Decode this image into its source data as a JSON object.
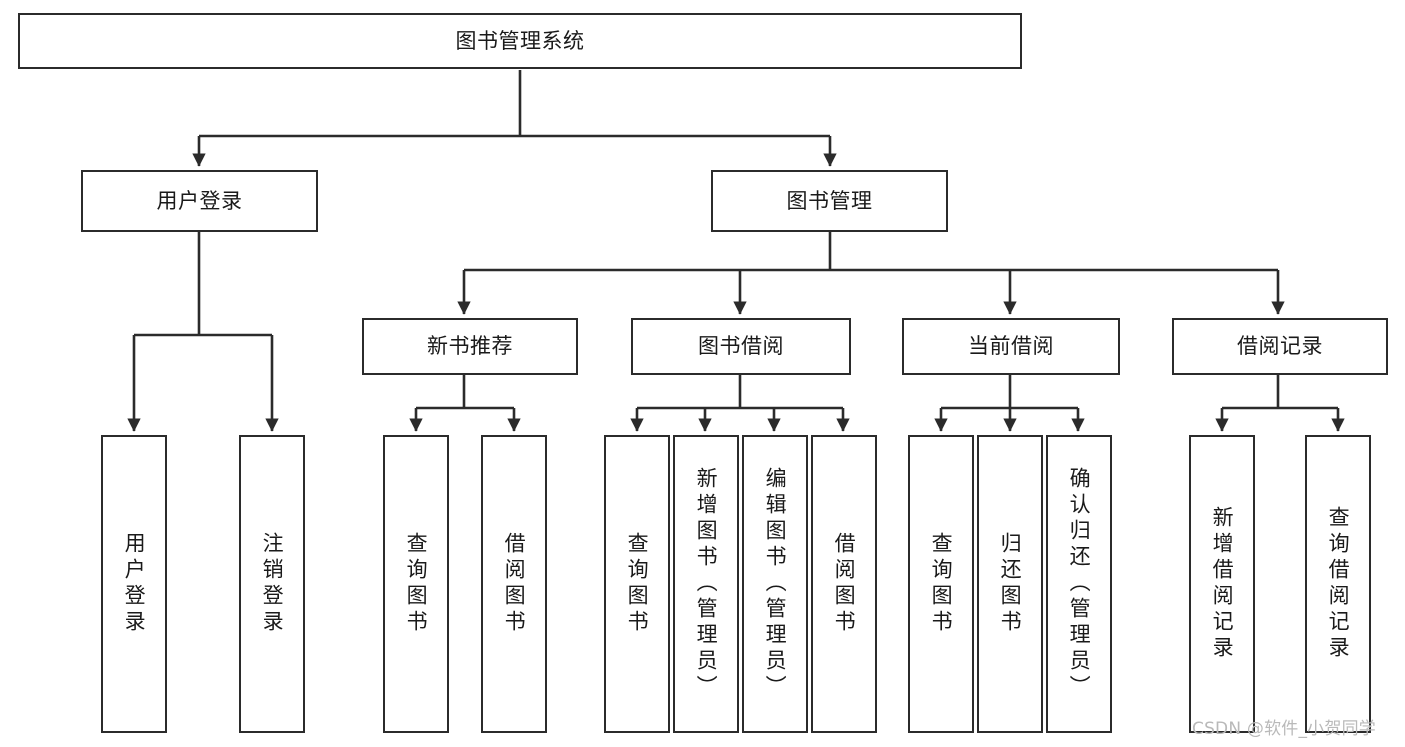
{
  "diagram": {
    "title": "图书管理系统",
    "type": "tree-hierarchy",
    "watermark": "CSDN @软件_小贺同学",
    "colors": {
      "stroke": "#2b2b2b",
      "fill": "#ffffff",
      "text": "#1a1a1a",
      "watermark": "#b9b9b9"
    },
    "nodes": {
      "root": "图书管理系统",
      "level2": [
        "用户登录",
        "图书管理"
      ],
      "level3": [
        "新书推荐",
        "图书借阅",
        "当前借阅",
        "借阅记录"
      ],
      "leaves": {
        "user_login": [
          "用户登录",
          "注销登录"
        ],
        "new_book_recommend": [
          "查询图书",
          "借阅图书"
        ],
        "book_borrow": [
          "查询图书",
          "新增图书（管理员）",
          "编辑图书（管理员）",
          "借阅图书"
        ],
        "current_borrow": [
          "查询图书",
          "归还图书",
          "确认归还（管理员）"
        ],
        "borrow_record": [
          "新增借阅记录",
          "查询借阅记录"
        ]
      }
    }
  }
}
